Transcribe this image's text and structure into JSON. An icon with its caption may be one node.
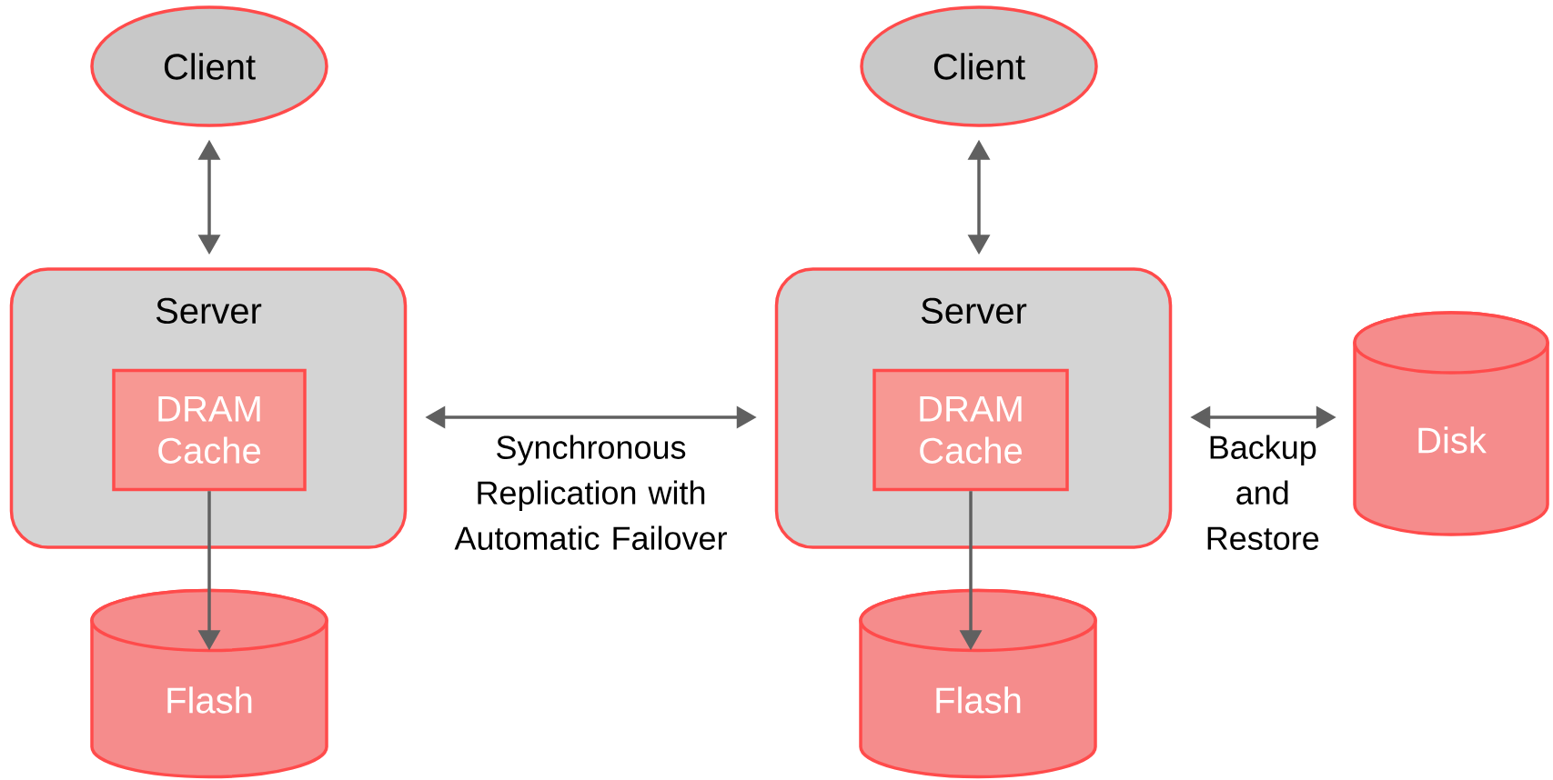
{
  "diagram": {
    "nodes": [
      {
        "text": [
          "Client"
        ]
      },
      {
        "text": [
          "Server"
        ]
      },
      {
        "text": [
          "DRAM Cache"
        ],
        "in": 1
      },
      {
        "text": [
          "Flash"
        ]
      },
      {
        "text": [
          "Client"
        ]
      },
      {
        "text": [
          "Server"
        ]
      },
      {
        "text": [
          "DRAM Cache"
        ],
        "in": 5
      },
      {
        "text": [
          "Flash"
        ]
      },
      {
        "text": [
          "Disk"
        ]
      }
    ],
    "edges": [
      {
        "from": 0,
        "to": 1,
        "arrow": "both"
      },
      {
        "from": 2,
        "to": 3,
        "arrow": "to"
      },
      {
        "from": 1,
        "to": 5,
        "arrow": "both",
        "label": "Synchronous Replication with Automatic Failover"
      },
      {
        "from": 4,
        "to": 5,
        "arrow": "both"
      },
      {
        "from": 6,
        "to": 7,
        "arrow": "to"
      },
      {
        "from": 5,
        "to": 8,
        "arrow": "both",
        "label": "Backup and Restore"
      }
    ]
  }
}
